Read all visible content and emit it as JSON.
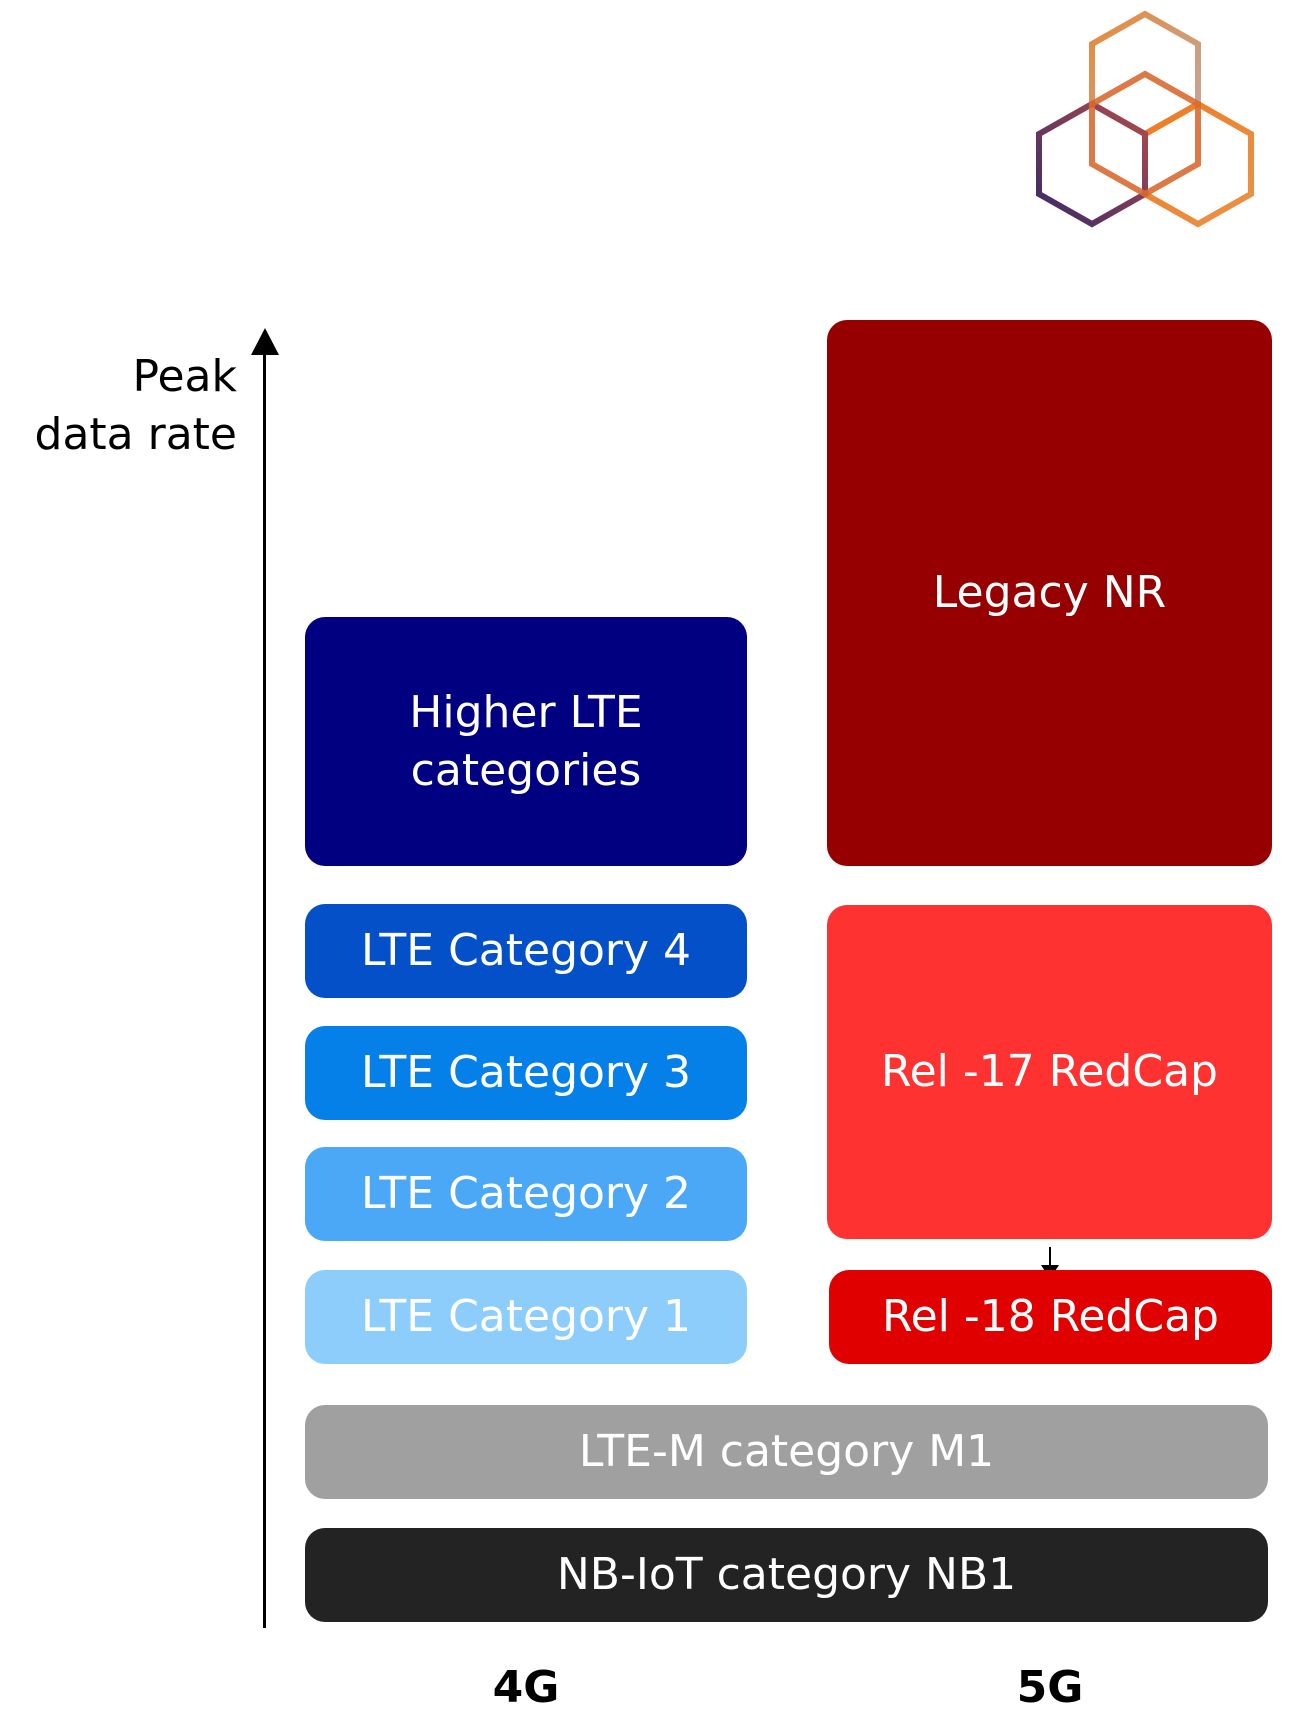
{
  "axis": {
    "label_line1": "Peak",
    "label_line2": "data rate"
  },
  "generations": {
    "g4": "4G",
    "g5": "5G"
  },
  "blocks_4g": {
    "higher_line1": "Higher LTE",
    "higher_line2": "categories",
    "cat4": "LTE Category 4",
    "cat3": "LTE Category 3",
    "cat2": "LTE Category 2",
    "cat1": "LTE Category 1"
  },
  "blocks_5g": {
    "legacy": "Legacy NR",
    "rel17": "Rel -17 RedCap",
    "rel18": "Rel -18 RedCap"
  },
  "shared_blocks": {
    "ltem": "LTE-M category M1",
    "nbiot": "NB-IoT category NB1"
  },
  "colors": {
    "higher_lte": "#000080",
    "cat4": "#0450c8",
    "cat3": "#0580e8",
    "cat2": "#4aa8f6",
    "cat1": "#8ccdfc",
    "legacy_nr": "#960000",
    "rel17": "#ff3232",
    "rel18": "#e10000",
    "ltem": "#a0a0a0",
    "nbiot": "#232323"
  },
  "logo": {
    "icon": "hexagon-cube-logo-icon"
  }
}
